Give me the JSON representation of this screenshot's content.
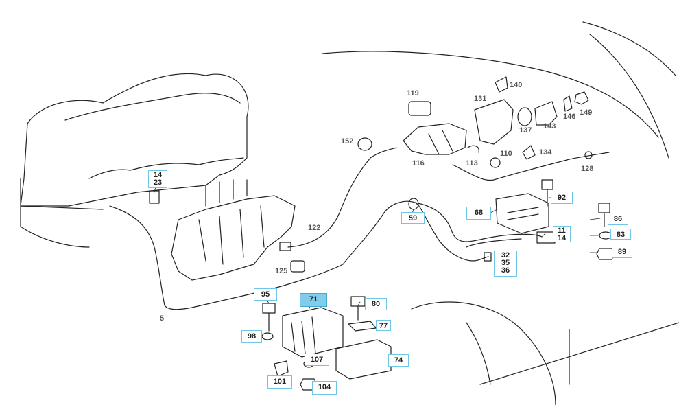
{
  "labels": {
    "l119": "119",
    "l131": "131",
    "l140": "140",
    "l152": "152",
    "l116": "116",
    "l113": "113",
    "l110": "110",
    "l134": "134",
    "l137": "137",
    "l143": "143",
    "l146": "146",
    "l149": "149",
    "l128": "128",
    "l122": "122",
    "l125": "125",
    "l5": "5",
    "l14a": "14",
    "l23": "23",
    "l59": "59",
    "l68": "68",
    "l92": "92",
    "l86": "86",
    "l83": "83",
    "l89": "89",
    "l11": "11",
    "l14b": "14",
    "l32": "32",
    "l35": "35",
    "l36": "36",
    "l95": "95",
    "l71": "71",
    "l80": "80",
    "l77": "77",
    "l98": "98",
    "l107": "107",
    "l74": "74",
    "l101": "101",
    "l104": "104"
  },
  "colors": {
    "accent_box": "#6fc6e6",
    "selected_fill": "#7fcdea",
    "line": "#222222",
    "text": "#222222"
  },
  "selected": "71"
}
